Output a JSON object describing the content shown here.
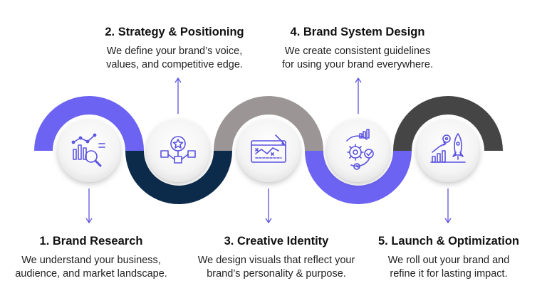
{
  "colors": {
    "arc1": "#6c63f2",
    "arc2": "#0c2b4b",
    "arc3": "#9b9695",
    "arc4": "#6c63f2",
    "arc5": "#454545",
    "icon": "#5a52e0",
    "arrow": "#5a52e0"
  },
  "steps": [
    {
      "title": "1. Brand Research",
      "line1": "We understand your business,",
      "line2": "audience, and market landscape.",
      "icon": "research-chart-magnifier-icon"
    },
    {
      "title": "2. Strategy & Positioning",
      "line1": "We define your brand’s voice,",
      "line2": "values, and competitive edge.",
      "icon": "star-target-boxes-icon"
    },
    {
      "title": "3. Creative Identity",
      "line1": "We design visuals that reflect your",
      "line2": "brand’s personality & purpose.",
      "icon": "design-board-icon"
    },
    {
      "title": "4. Brand System Design",
      "line1": "We create consistent guidelines",
      "line2": "for using your brand everywhere.",
      "icon": "gear-system-icon"
    },
    {
      "title": "5. Launch & Optimization",
      "line1": "We roll out your brand and",
      "line2": "refine it for lasting impact.",
      "icon": "rocket-growth-icon"
    }
  ]
}
